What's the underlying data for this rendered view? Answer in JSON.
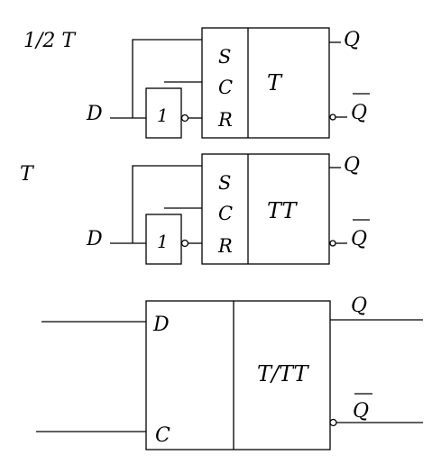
{
  "diagram": {
    "latch_half": {
      "label": "1/2 T",
      "input": "D",
      "inverter": "1",
      "pin_s": "S",
      "pin_c": "C",
      "pin_r": "R",
      "type": "T",
      "out_q": "Q",
      "out_qbar": "Q"
    },
    "latch_full": {
      "label": "T",
      "input": "D",
      "inverter": "1",
      "pin_s": "S",
      "pin_c": "C",
      "pin_r": "R",
      "type": "TT",
      "out_q": "Q",
      "out_qbar": "Q"
    },
    "combined": {
      "pin_d": "D",
      "pin_c": "C",
      "type": "T/TT",
      "out_q": "Q",
      "out_qbar": "Q"
    }
  }
}
